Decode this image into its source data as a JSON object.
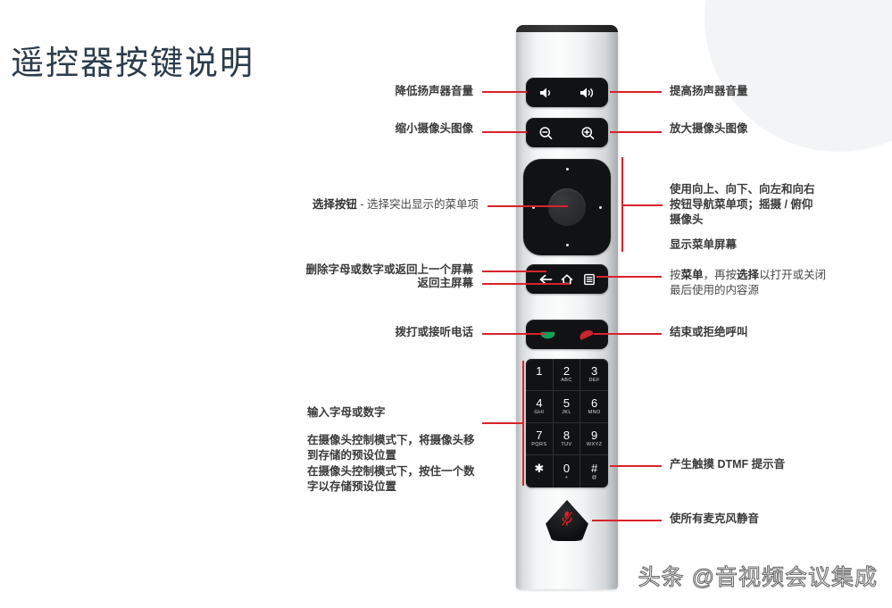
{
  "page": {
    "title": "遥控器按键说明",
    "watermark": "头条 @音视频会议集成",
    "accent_color": "#d8232a",
    "title_color": "#2d3b4a",
    "body_color": "#3a3a3a"
  },
  "labels_left": [
    {
      "id": "volume-down",
      "text": "降低扬声器音量"
    },
    {
      "id": "zoom-out",
      "text": "缩小摄像头图像"
    },
    {
      "id": "select-button",
      "bold": "选择按钮",
      "rest": " - 选择突出显示的菜单项"
    },
    {
      "id": "back-delete",
      "text": "删除字母或数字或返回上一个屏幕"
    },
    {
      "id": "home",
      "text": "返回主屏幕"
    },
    {
      "id": "place-answer-call",
      "text": "拨打或接听电话"
    },
    {
      "id": "enter-letters-digits",
      "text": "输入字母或数字"
    },
    {
      "id": "camera-preset-recall",
      "line1": "在摄像头控制模式下，将摄像头移",
      "line2": "到存储的预设位置"
    },
    {
      "id": "camera-preset-store",
      "line1": "在摄像头控制模式下，按住一个数",
      "line2": "字以存储预设位置"
    }
  ],
  "labels_right": [
    {
      "id": "volume-up",
      "text": "提高扬声器音量"
    },
    {
      "id": "zoom-in",
      "text": "放大摄像头图像"
    },
    {
      "id": "dpad-navigate",
      "line1": "使用向上、向下、向左和向右",
      "line2": "按钮导航菜单项；摇摄 / 俯仰",
      "line3": "摄像头"
    },
    {
      "id": "show-menu-screen",
      "text": "显示菜单屏幕"
    },
    {
      "id": "menu-select-content",
      "pre": "按",
      "b1": "菜单",
      "mid": "，再按",
      "b2": "选择",
      "post": "以打开或关闭",
      "line2": "最后使用的内容源"
    },
    {
      "id": "end-reject-call",
      "text": "结束或拒绝呼叫"
    },
    {
      "id": "dtmf-tones",
      "text": "产生触摸 DTMF 提示音"
    },
    {
      "id": "mute-microphones",
      "text": "使所有麦克风静音"
    }
  ],
  "remote": {
    "buttons": {
      "volume_down_icon": "speaker-minus-icon",
      "volume_up_icon": "speaker-plus-icon",
      "zoom_out_icon": "magnifier-minus-icon",
      "zoom_in_icon": "magnifier-plus-icon",
      "back_icon": "back-arrow-icon",
      "home_icon": "home-icon",
      "menu_icon": "menu-list-icon",
      "call_icon": "green-handset-icon",
      "hangup_icon": "red-handset-icon",
      "mute_icon": "microphone-muted-icon"
    },
    "keypad": [
      {
        "digit": "1",
        "sub": ""
      },
      {
        "digit": "2",
        "sub": "ABC"
      },
      {
        "digit": "3",
        "sub": "DEF"
      },
      {
        "digit": "4",
        "sub": "GHI"
      },
      {
        "digit": "5",
        "sub": "JKL"
      },
      {
        "digit": "6",
        "sub": "MNO"
      },
      {
        "digit": "7",
        "sub": "PQRS"
      },
      {
        "digit": "8",
        "sub": "TUV"
      },
      {
        "digit": "9",
        "sub": "WXYZ"
      },
      {
        "digit": "✱",
        "sub": "."
      },
      {
        "digit": "0",
        "sub": "+"
      },
      {
        "digit": "#",
        "sub": "@"
      }
    ]
  }
}
